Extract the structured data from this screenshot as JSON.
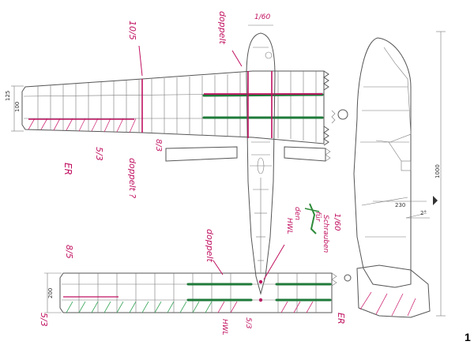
{
  "handwritten": {
    "label_10_5": "10/5",
    "label_doppelt_top": "doppelt",
    "label_1_60_top": "1/60",
    "label_doppelt_mid": "doppelt ?",
    "label_8_3": "8/3",
    "label_5_3_mid": "5/3",
    "label_ER_mid": "ER",
    "label_1_60_side": "1/60",
    "label_schrauben": "Schrauben",
    "label_fuer": "für",
    "label_den": "den",
    "label_HWL": "HWL",
    "label_doppelt_low": "doppelt",
    "label_8_5": "8/5",
    "label_5_3_low": "5/3",
    "label_HWL_low": "HWL",
    "label_5_3_center": "5/3",
    "label_ER_low": "ER"
  },
  "dimensions": {
    "wing_chord_a": "125",
    "wing_chord_b": "100",
    "tail_chord": "200",
    "fuselage_len": "1000",
    "fin_dim": "230",
    "dihedral": "2°"
  },
  "page_marker": "1"
}
